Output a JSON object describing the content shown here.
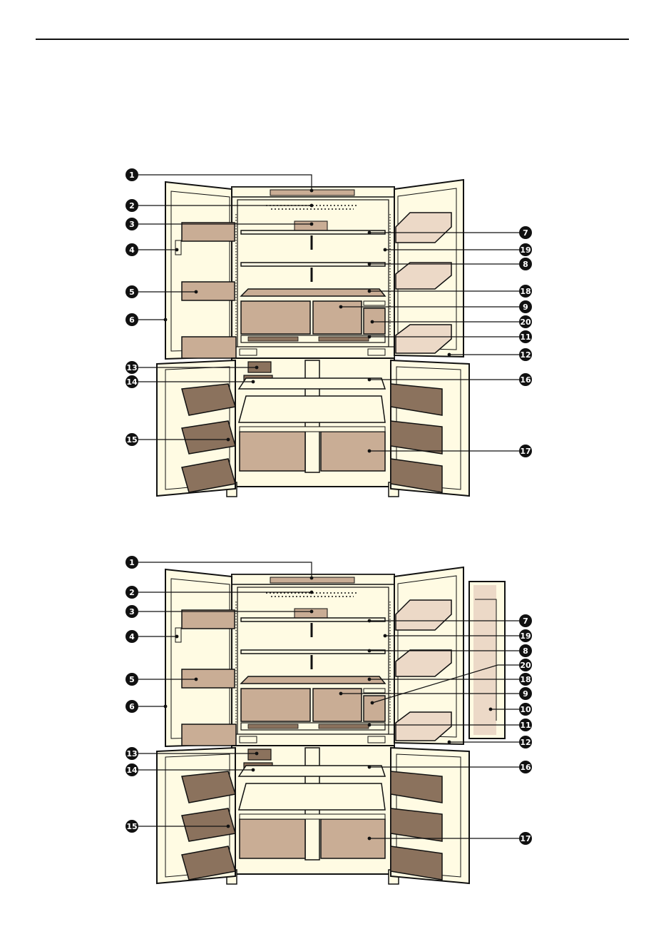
{
  "diagrams": [
    {
      "id": "top",
      "has_option_10": false,
      "callouts": {
        "left": [
          "1",
          "2",
          "3",
          "4",
          "5",
          "6",
          "13",
          "14",
          "15"
        ],
        "right": [
          "7",
          "19",
          "8",
          "18",
          "9",
          "20",
          "11",
          "12",
          "16",
          "17"
        ]
      }
    },
    {
      "id": "bottom",
      "has_option_10": true,
      "callouts": {
        "left": [
          "1",
          "2",
          "3",
          "4",
          "5",
          "6",
          "13",
          "14",
          "15"
        ],
        "right": [
          "7",
          "19",
          "8",
          "20",
          "18",
          "9",
          "10",
          "11",
          "12",
          "16",
          "17"
        ]
      }
    }
  ],
  "colors": {
    "cabinet": "#fffbe3",
    "door_fill": "#fffbe3",
    "part_tan": "#c9ad95",
    "part_brown": "#8b725d",
    "part_light": "#ecd9c7",
    "stroke": "#111111",
    "callout_badge": "#111111"
  }
}
